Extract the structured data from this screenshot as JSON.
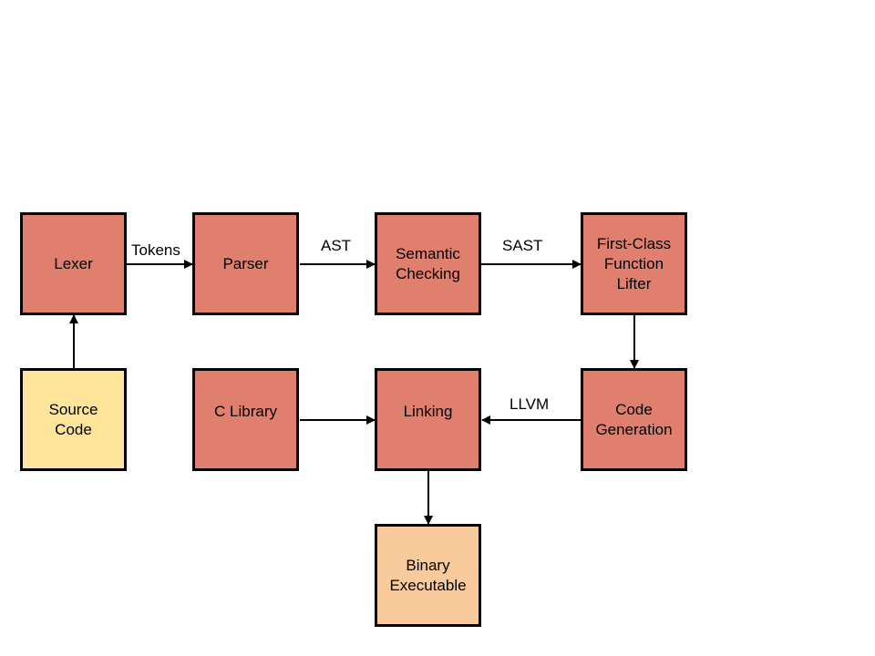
{
  "colors": {
    "process": "#e07f6d",
    "source": "#ffe599",
    "output": "#f9cb9c",
    "stroke": "#000000"
  },
  "nodes": {
    "lexer": "Lexer",
    "parser": "Parser",
    "semantic": "Semantic\nChecking",
    "lifter": "First-Class\nFunction\nLifter",
    "source": "Source\nCode",
    "clib": "C Library",
    "linking": "Linking",
    "codegen": "Code\nGeneration",
    "binary": "Binary\nExecutable"
  },
  "edges": {
    "tokens": "Tokens",
    "ast": "AST",
    "sast": "SAST",
    "llvm": "LLVM"
  }
}
